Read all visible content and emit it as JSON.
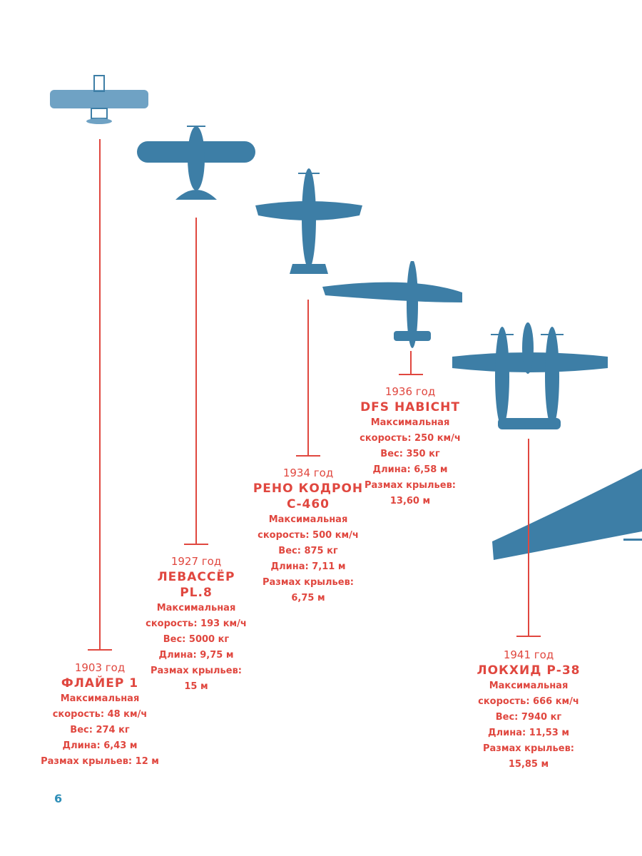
{
  "colors": {
    "accent": "#e0473f",
    "plane": "#3d7ea6",
    "page_number": "#2f8fb8"
  },
  "aircraft": [
    {
      "year": "1903 год",
      "name": [
        "ФЛАЙЕР 1"
      ],
      "info": [
        "Максимальная",
        "скорость: 48 км/ч",
        "Вес: 274 кг",
        "Длина: 6,43 м",
        "Размах крыльев: 12 м"
      ]
    },
    {
      "year": "1927 год",
      "name": [
        "ЛЕВАССЁР",
        "PL.8"
      ],
      "info": [
        "Максимальная",
        "скорость: 193 км/ч",
        "Вес: 5000 кг",
        "Длина: 9,75 м",
        "Размах крыльев:",
        "15 м"
      ]
    },
    {
      "year": "1934 год",
      "name": [
        "РЕНО КОДРОН",
        "С-460"
      ],
      "info": [
        "Максимальная",
        "скорость: 500 км/ч",
        "Вес: 875 кг",
        "Длина: 7,11 м",
        "Размах крыльев:",
        "6,75 м"
      ]
    },
    {
      "year": "1936 год",
      "name": [
        "DFS HABICHT"
      ],
      "info": [
        "Максимальная",
        "скорость: 250 км/ч",
        "Вес: 350 кг",
        "Длина: 6,58 м",
        "Размах крыльев:",
        "13,60 м"
      ]
    },
    {
      "year": "1941 год",
      "name": [
        "ЛОКХИД Р-38"
      ],
      "info": [
        "Максимальная",
        "скорость: 666 км/ч",
        "Вес: 7940 кг",
        "Длина: 11,53 м",
        "Размах крыльев:",
        "15,85 м"
      ]
    }
  ],
  "page_number": "6"
}
